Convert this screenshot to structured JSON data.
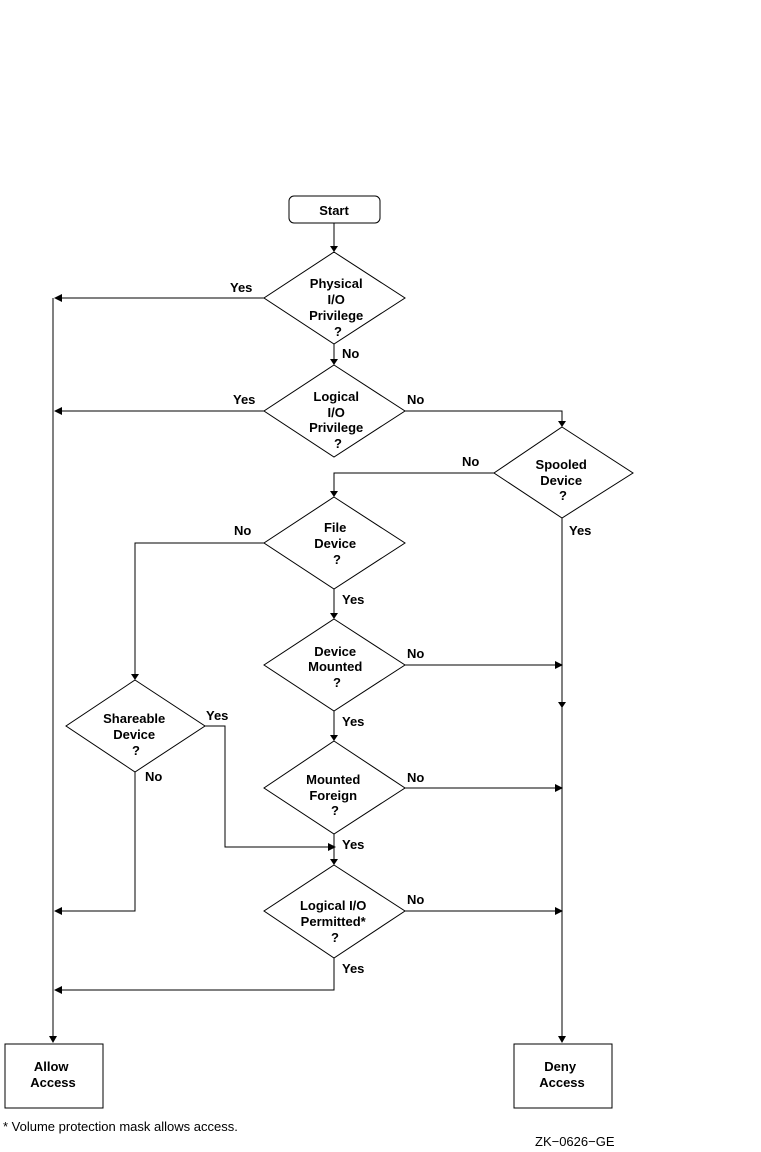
{
  "nodes": {
    "start": {
      "label": "Start"
    },
    "physical_io": {
      "lines": [
        "Physical",
        "I/O",
        "Privilege",
        "?"
      ]
    },
    "logical_io": {
      "lines": [
        "Logical",
        "I/O",
        "Privilege",
        "?"
      ]
    },
    "spooled": {
      "lines": [
        "Spooled",
        "Device",
        "?"
      ]
    },
    "file_device": {
      "lines": [
        "File",
        "Device",
        "?"
      ]
    },
    "device_mounted": {
      "lines": [
        "Device",
        "Mounted",
        "?"
      ]
    },
    "shareable": {
      "lines": [
        "Shareable",
        "Device",
        "?"
      ]
    },
    "mounted_foreign": {
      "lines": [
        "Mounted",
        "Foreign",
        "?"
      ]
    },
    "logical_permitted": {
      "lines": [
        "Logical I/O",
        "Permitted*",
        "?"
      ]
    },
    "allow": {
      "lines": [
        "Allow",
        "Access"
      ]
    },
    "deny": {
      "lines": [
        "Deny",
        "Access"
      ]
    }
  },
  "edge_labels": {
    "physical_yes": "Yes",
    "physical_no": "No",
    "logical_yes": "Yes",
    "logical_no": "No",
    "spooled_no": "No",
    "spooled_yes": "Yes",
    "file_no": "No",
    "file_yes": "Yes",
    "mounted_no": "No",
    "mounted_yes": "Yes",
    "shareable_yes": "Yes",
    "shareable_no": "No",
    "foreign_no": "No",
    "foreign_yes": "Yes",
    "permitted_no": "No",
    "permitted_yes": "Yes"
  },
  "footnote": "* Volume protection mask allows access.",
  "figure_id": "ZK−0626−GE"
}
